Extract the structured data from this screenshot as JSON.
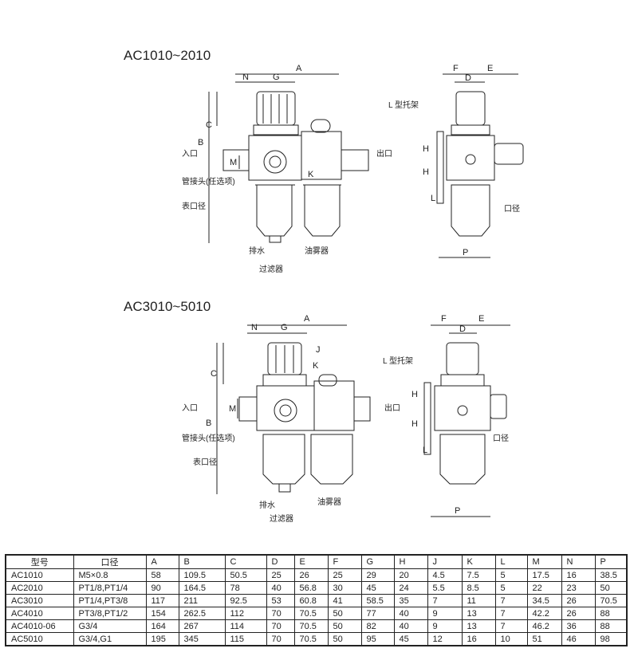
{
  "drawings": {
    "top_title": "AC1010~2010",
    "bottom_title": "AC3010~5010",
    "dims": {
      "A": "A",
      "B": "B",
      "C": "C",
      "D": "D",
      "E": "E",
      "F": "F",
      "G": "G",
      "H": "H",
      "J": "J",
      "K": "K",
      "L": "L",
      "M": "M",
      "N": "N",
      "P": "P"
    },
    "labels": {
      "inlet": "入口",
      "outlet": "出口",
      "fitting": "管接头(任选项)",
      "gauge_port": "表口径",
      "drain": "排水",
      "filter": "过滤器",
      "lubricator": "油雾器",
      "bracket": "L 型托架",
      "port": "口径"
    }
  },
  "table": {
    "headers": [
      "型号",
      "口径",
      "A",
      "B",
      "C",
      "D",
      "E",
      "F",
      "G",
      "H",
      "J",
      "K",
      "L",
      "M",
      "N",
      "P"
    ],
    "rows": [
      [
        "AC1010",
        "M5×0.8",
        "58",
        "109.5",
        "50.5",
        "25",
        "26",
        "25",
        "29",
        "20",
        "4.5",
        "7.5",
        "5",
        "17.5",
        "16",
        "38.5"
      ],
      [
        "AC2010",
        "PT1/8,PT1/4",
        "90",
        "164.5",
        "78",
        "40",
        "56.8",
        "30",
        "45",
        "24",
        "5.5",
        "8.5",
        "5",
        "22",
        "23",
        "50"
      ],
      [
        "AC3010",
        "PT1/4,PT3/8",
        "117",
        "211",
        "92.5",
        "53",
        "60.8",
        "41",
        "58.5",
        "35",
        "7",
        "11",
        "7",
        "34.5",
        "26",
        "70.5"
      ],
      [
        "AC4010",
        "PT3/8,PT1/2",
        "154",
        "262.5",
        "112",
        "70",
        "70.5",
        "50",
        "77",
        "40",
        "9",
        "13",
        "7",
        "42.2",
        "26",
        "88"
      ],
      [
        "AC4010-06",
        "G3/4",
        "164",
        "267",
        "114",
        "70",
        "70.5",
        "50",
        "82",
        "40",
        "9",
        "13",
        "7",
        "46.2",
        "36",
        "88"
      ],
      [
        "AC5010",
        "G3/4,G1",
        "195",
        "345",
        "115",
        "70",
        "70.5",
        "50",
        "95",
        "45",
        "12",
        "16",
        "10",
        "51",
        "46",
        "98"
      ]
    ]
  }
}
